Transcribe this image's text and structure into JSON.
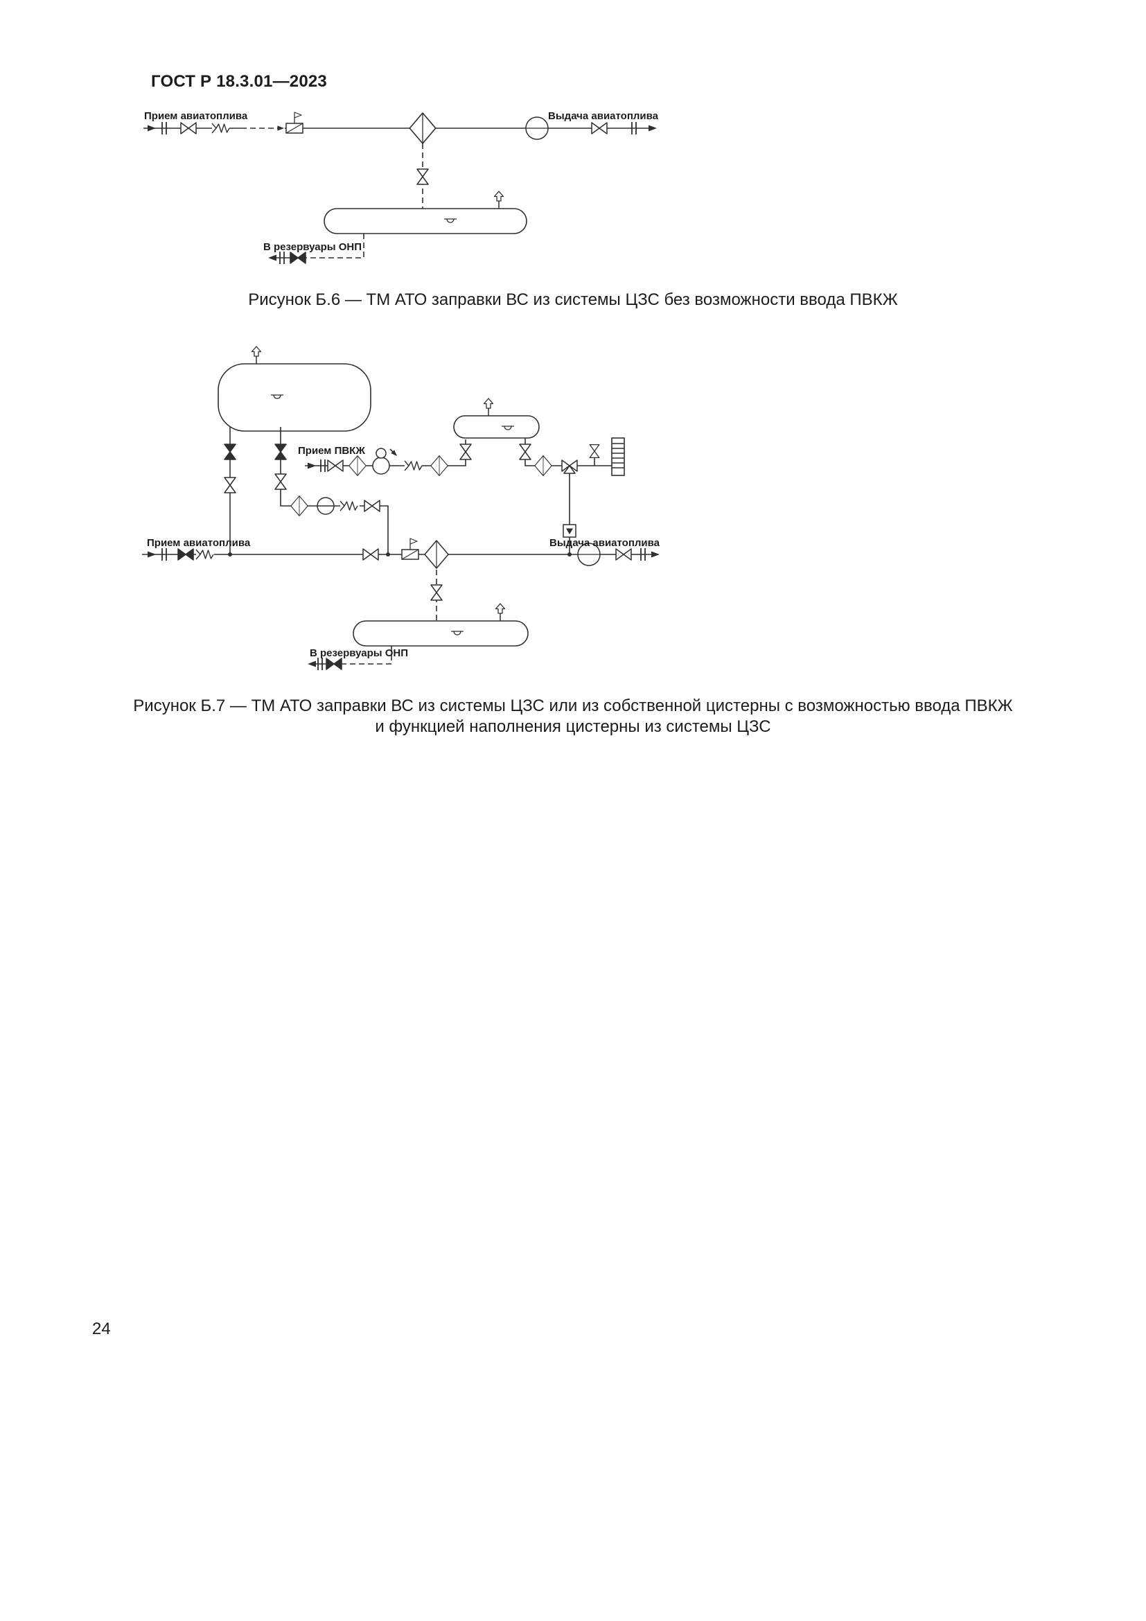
{
  "page": {
    "header": "ГОСТ Р 18.3.01—2023",
    "number": "24",
    "ink_color": "#2f2f2f",
    "background_color": "#ffffff"
  },
  "figure_b6": {
    "caption": "Рисунок Б.6 — ТМ АТО заправки ВС из системы ЦЗС без возможности ввода ПВКЖ",
    "labels": {
      "intake": "Прием авиатоплива",
      "output": "Выдача авиатоплива",
      "drain": "В резервуары ОНП"
    }
  },
  "figure_b7": {
    "caption_line1": "Рисунок Б.7 — ТМ АТО заправки ВС из системы ЦЗС или из собственной цистерны с возможностью ввода ПВКЖ",
    "caption_line2": "и функцией наполнения цистерны из системы ЦЗС",
    "labels": {
      "pvk_intake": "Прием ПВКЖ",
      "intake": "Прием авиатоплива",
      "output": "Выдача авиатоплива",
      "drain": "В резервуары ОНП"
    }
  }
}
